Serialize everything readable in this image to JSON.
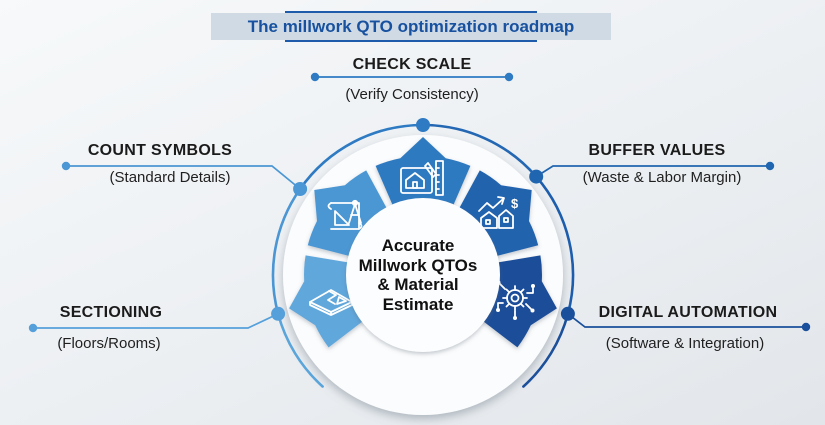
{
  "title": "The millwork QTO optimization roadmap",
  "center_label": {
    "line1": "Accurate",
    "line2": "Millwork QTOs",
    "line3": "& Material",
    "line4": "Estimate"
  },
  "steps": {
    "check_scale": {
      "label": "CHECK SCALE",
      "sublabel": "(Verify Consistency)",
      "segment_color": "#2f7ac1",
      "line_color": "#2e7ac3",
      "icon": "blueprint-pencil-ruler-icon"
    },
    "buffer_values": {
      "label": "BUFFER VALUES",
      "sublabel": "(Waste & Labor Margin)",
      "segment_color": "#2063ae",
      "line_color": "#2065b0",
      "icon": "house-growth-dollar-icon"
    },
    "digital_automation": {
      "label": "DIGITAL AUTOMATION",
      "sublabel": "(Software & Integration)",
      "segment_color": "#1a4e99",
      "line_color": "#1a4f9b",
      "icon": "gear-circuit-icon"
    },
    "sectioning": {
      "label": "SECTIONING",
      "sublabel": "(Floors/Rooms)",
      "segment_color": "#60a7dc",
      "line_color": "#55a0da",
      "icon": "floor-plan-section-icon"
    },
    "count_symbols": {
      "label": "COUNT SYMBOLS",
      "sublabel": "(Standard Details)",
      "segment_color": "#4c97d4",
      "line_color": "#4b96d4",
      "icon": "drafting-compass-icon"
    }
  },
  "ring_arc_colors": {
    "left_tail": "#5aa5dc",
    "left": "#4b96d4",
    "top_left": "#2e7ac3",
    "top_right": "#2467b3",
    "right": "#1d5dad",
    "right_tail": "#1a4f9b"
  },
  "icon_glyphs": {
    "dollar": "$"
  },
  "theme": {
    "title_text": "#17519f",
    "title_bar": "#1f5bab",
    "title_bg": "#cfdae4",
    "label_text": "#1b1b1b",
    "ring_fill": "#fbfcfd",
    "icon_stroke": "#ffffff",
    "background_top": "#f7f9fa",
    "background_bottom": "#e2e6ea"
  }
}
